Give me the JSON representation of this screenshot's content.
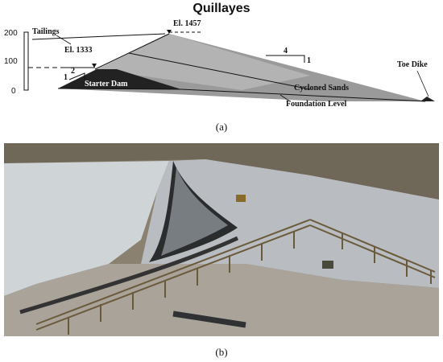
{
  "title": "Quillayes",
  "caption_a": "(a)",
  "caption_b": "(b)",
  "scale": {
    "ticks": [
      "200",
      "100",
      "0"
    ]
  },
  "labels": {
    "tailings": "Tailings",
    "el_1457": "El. 1457",
    "el_1333": "El. 1333",
    "slope_run_upstream": "2",
    "slope_rise_upstream": "1",
    "slope_run_downstream": "4",
    "slope_rise_downstream": "1",
    "starter_dam": "Starter Dam",
    "cycloned_sands": "Cycloned Sands",
    "foundation_level": "Foundation Level",
    "toe_dike": "Toe Dike"
  },
  "colors": {
    "dam_body": "#9a9a9a",
    "dam_shading": "#c9c9c9",
    "starter_dam": "#222222",
    "tailings_water": "#cfd4d6",
    "hillside": "#7d7566",
    "sand_slope": "#b9bcc0"
  }
}
